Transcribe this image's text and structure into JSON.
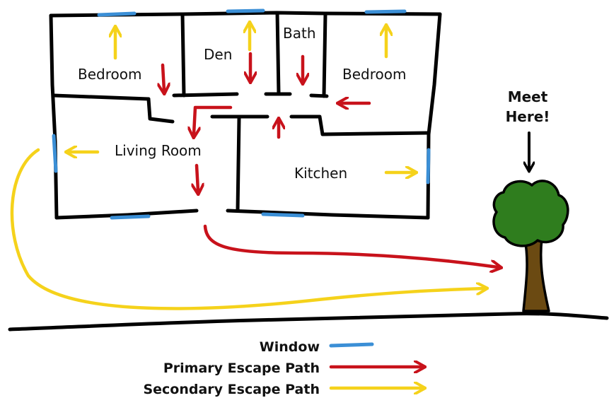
{
  "rooms": {
    "bedroom_left": "Bedroom",
    "den": "Den",
    "bath": "Bath",
    "bedroom_right": "Bedroom",
    "living_room": "Living Room",
    "kitchen": "Kitchen"
  },
  "meeting_point": {
    "line1": "Meet",
    "line2": "Here!"
  },
  "legend": {
    "window": "Window",
    "primary": "Primary Escape Path",
    "secondary": "Secondary Escape Path"
  },
  "colors": {
    "window": "#3b8fd6",
    "primary": "#c8121b",
    "secondary": "#f5d21b",
    "tree_foliage": "#2f7d1e",
    "tree_trunk": "#6b4a12"
  }
}
